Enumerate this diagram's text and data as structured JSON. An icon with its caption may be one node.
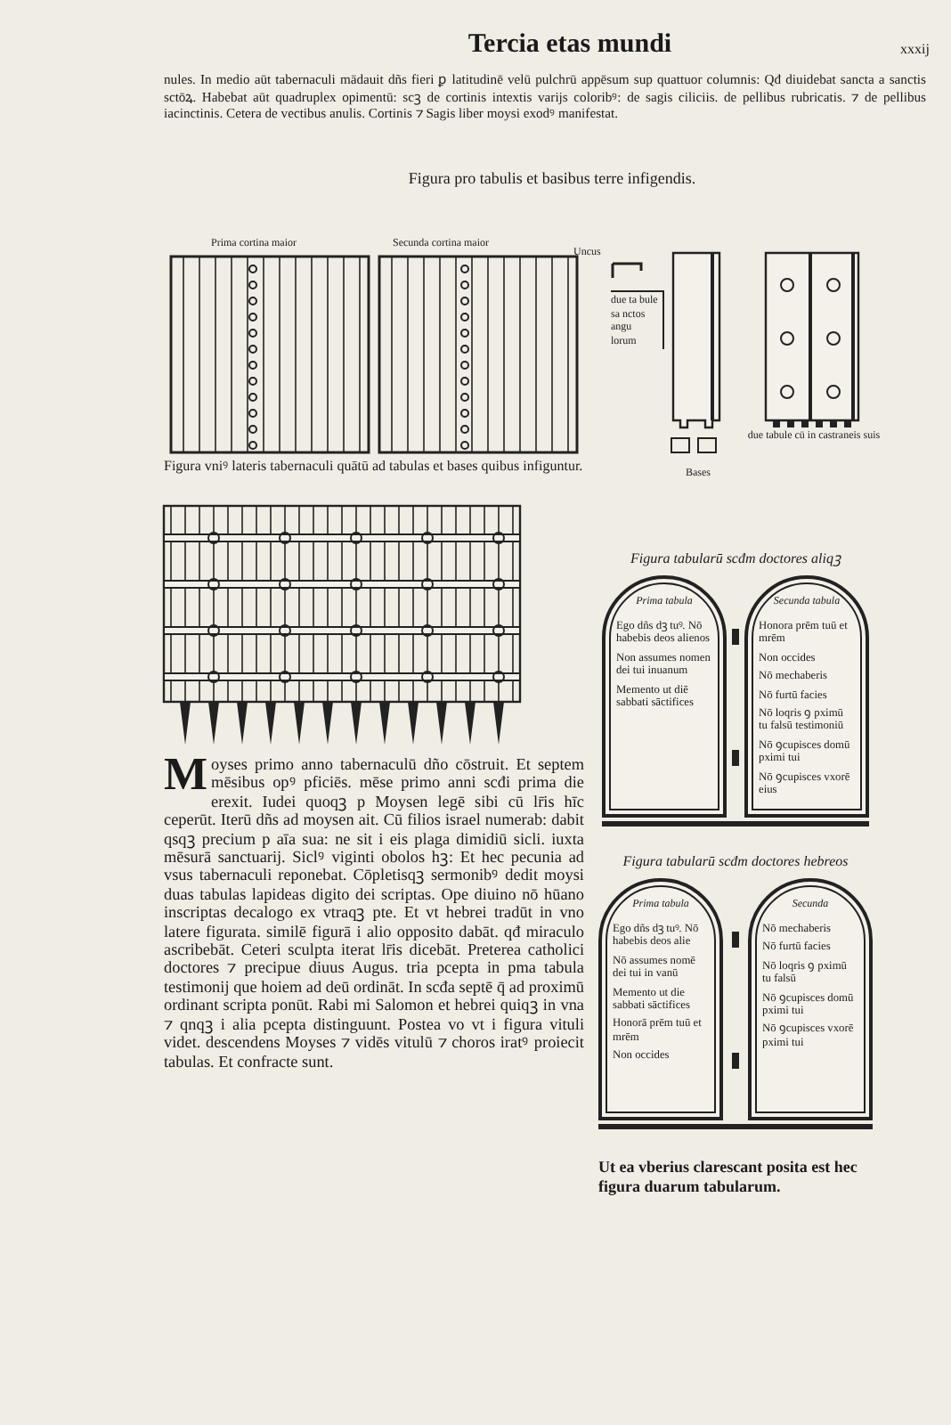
{
  "diagram": {
    "title": "Tercia etas mundi",
    "nodes": [
      {
        "text": [
          "Figura tabularū scđm doctores aliqꝫ"
        ]
      },
      {
        "text": [
          "Prima tabula",
          "Ego dñs dꝫ tuꝰ. Nō habebis deos alienos",
          "Non assumes nomen dei tui inuanum",
          "Memento ut diē sabbati sāctifices"
        ],
        "in": 0
      },
      {
        "text": [
          "Secunda tabula",
          "Honora prēm tuū et mrēm",
          "Non occides",
          "Nō mechaberis",
          "Nō furtū facies",
          "Nō loqris ꝯ pximū tu falsū testimoniū",
          "Nō ꝯcupisces domū pximi tui",
          "Nō ꝯcupisces vxorē eius"
        ],
        "in": 0
      },
      {
        "text": [
          "Figura tabularū scđm doctores hebreos"
        ]
      },
      {
        "text": [
          "Prima tabula",
          "Ego dñs dꝫ tuꝰ. Nō habebis deos alie",
          "Nō assumes nomē dei tui in vanū",
          "Memento ut die sabbati sāctifices",
          "Honorā prēm tuū et mrēm",
          "Non occides"
        ],
        "in": 3
      },
      {
        "text": [
          "Secunda",
          "Nō mechaberis",
          "Nō furtū facies",
          "Nō loqris ꝯ pximū tu falsū",
          "Nō ꝯcupisces domū pximi tui",
          "Nō ꝯcupisces vxorē pximi tui"
        ],
        "in": 3
      }
    ],
    "labels": [
      "xxxij",
      "nules. In medio aūt tabernaculi mādauit dñs fieri ꝑ latitudinē velū pulchrū appēsum sup quattuor columnis: Qđ diuidebat sancta a sanctis sctōꝝ. Habebat aūt quadruplex opimentū: scꝫ de cortinis intextis varijs coloribꝰ: de sagis ciliciis. de pellibus rubricatis. ⁊ de pellibus iacinctinis. Cetera de vectibus anulis. Cortinis ⁊ Sagis liber moysi exodꝰ manifestat.",
      "Figura pro tabulis et basibus terre infigendis.",
      "Prima cortina maior",
      "Secunda cortina maior",
      "Uncus",
      "due ta bule sa nctos angu lorum",
      "Bases",
      "due tabule cū in castraneis suis",
      "Figura vniꝰ lateris tabernaculi quātū ad tabulas et bases quibus infiguntur.",
      "Moyses primo anno tabernaculū dño cōstruit. Et septem mēsibus opꝰ pficiēs. mēse primo anni scđi prima die erexit. Iudei quoqꝫ p Moysen legē sibi cū lr̄is hīc ceperūt. Iterū dñs ad moysen ait. Cū filios israel numerab: dabit qsqꝫ precium p aīa sua: ne sit i eis plaga dimidiū sicli. iuxta mēsurā sanctuarij. Siclꝰ viginti obolos hꝫ: Et hec pecunia ad vsus tabernaculi reponebat. Cōpletisqꝫ sermonibꝰ dedit moysi duas tabulas lapideas digito dei scriptas. Ope diuino nō hūano inscriptas decalogo ex vtraqꝫ pte. Et vt hebrei tradūt in vno latere figurata. similē figurā i alio opposito dabāt. qđ miraculo ascribebāt. Ceteri sculpta iterat lr̄is dicebāt. Preterea catholici doctores ⁊ precipue diuus Augus. tria pcepta in pma tabula testimonij que hoiem ad deū ordināt. In scđa septē q̄ ad proximū ordinant scripta ponūt. Rabi mi Salomon et hebrei quiqꝫ in vna ⁊ qnqꝫ i alia pcepta distinguunt. Postea vo vt i figura vituli videt. descendens Moyses ⁊ vidēs vitulū ⁊ choros iratꝰ proiecit tabulas. Et confracte sunt.",
      "Ut ea vberius clarescant posita est hec figura duarum tabularum."
    ]
  }
}
